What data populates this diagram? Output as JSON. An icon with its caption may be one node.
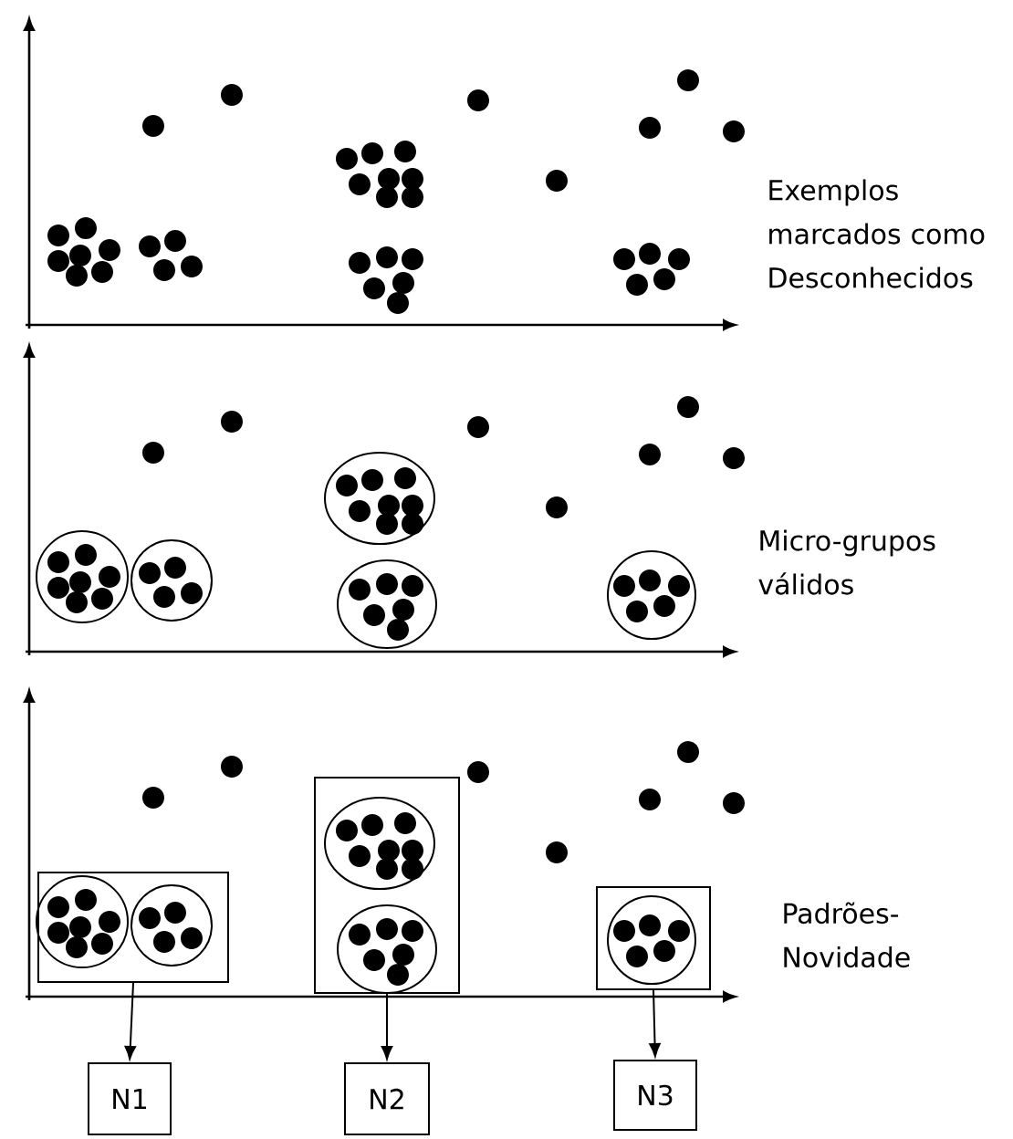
{
  "diagram": {
    "nodes": [
      {
        "text": [],
        "shape": "box"
      },
      {
        "text": [],
        "shape": "box"
      },
      {
        "text": [],
        "shape": "box"
      },
      {
        "text": [
          "N1"
        ]
      },
      {
        "text": [
          "N2"
        ]
      },
      {
        "text": [
          "N3"
        ]
      }
    ],
    "edges": [
      {
        "from": 0,
        "to": 3,
        "arrow": "to"
      },
      {
        "from": 1,
        "to": 4,
        "arrow": "to"
      },
      {
        "from": 2,
        "to": 5,
        "arrow": "to"
      }
    ],
    "labels": [
      "Exemplos marcados como Desconhecidos",
      "Micro-grupos válidos",
      "Padrões-Novidade"
    ]
  }
}
